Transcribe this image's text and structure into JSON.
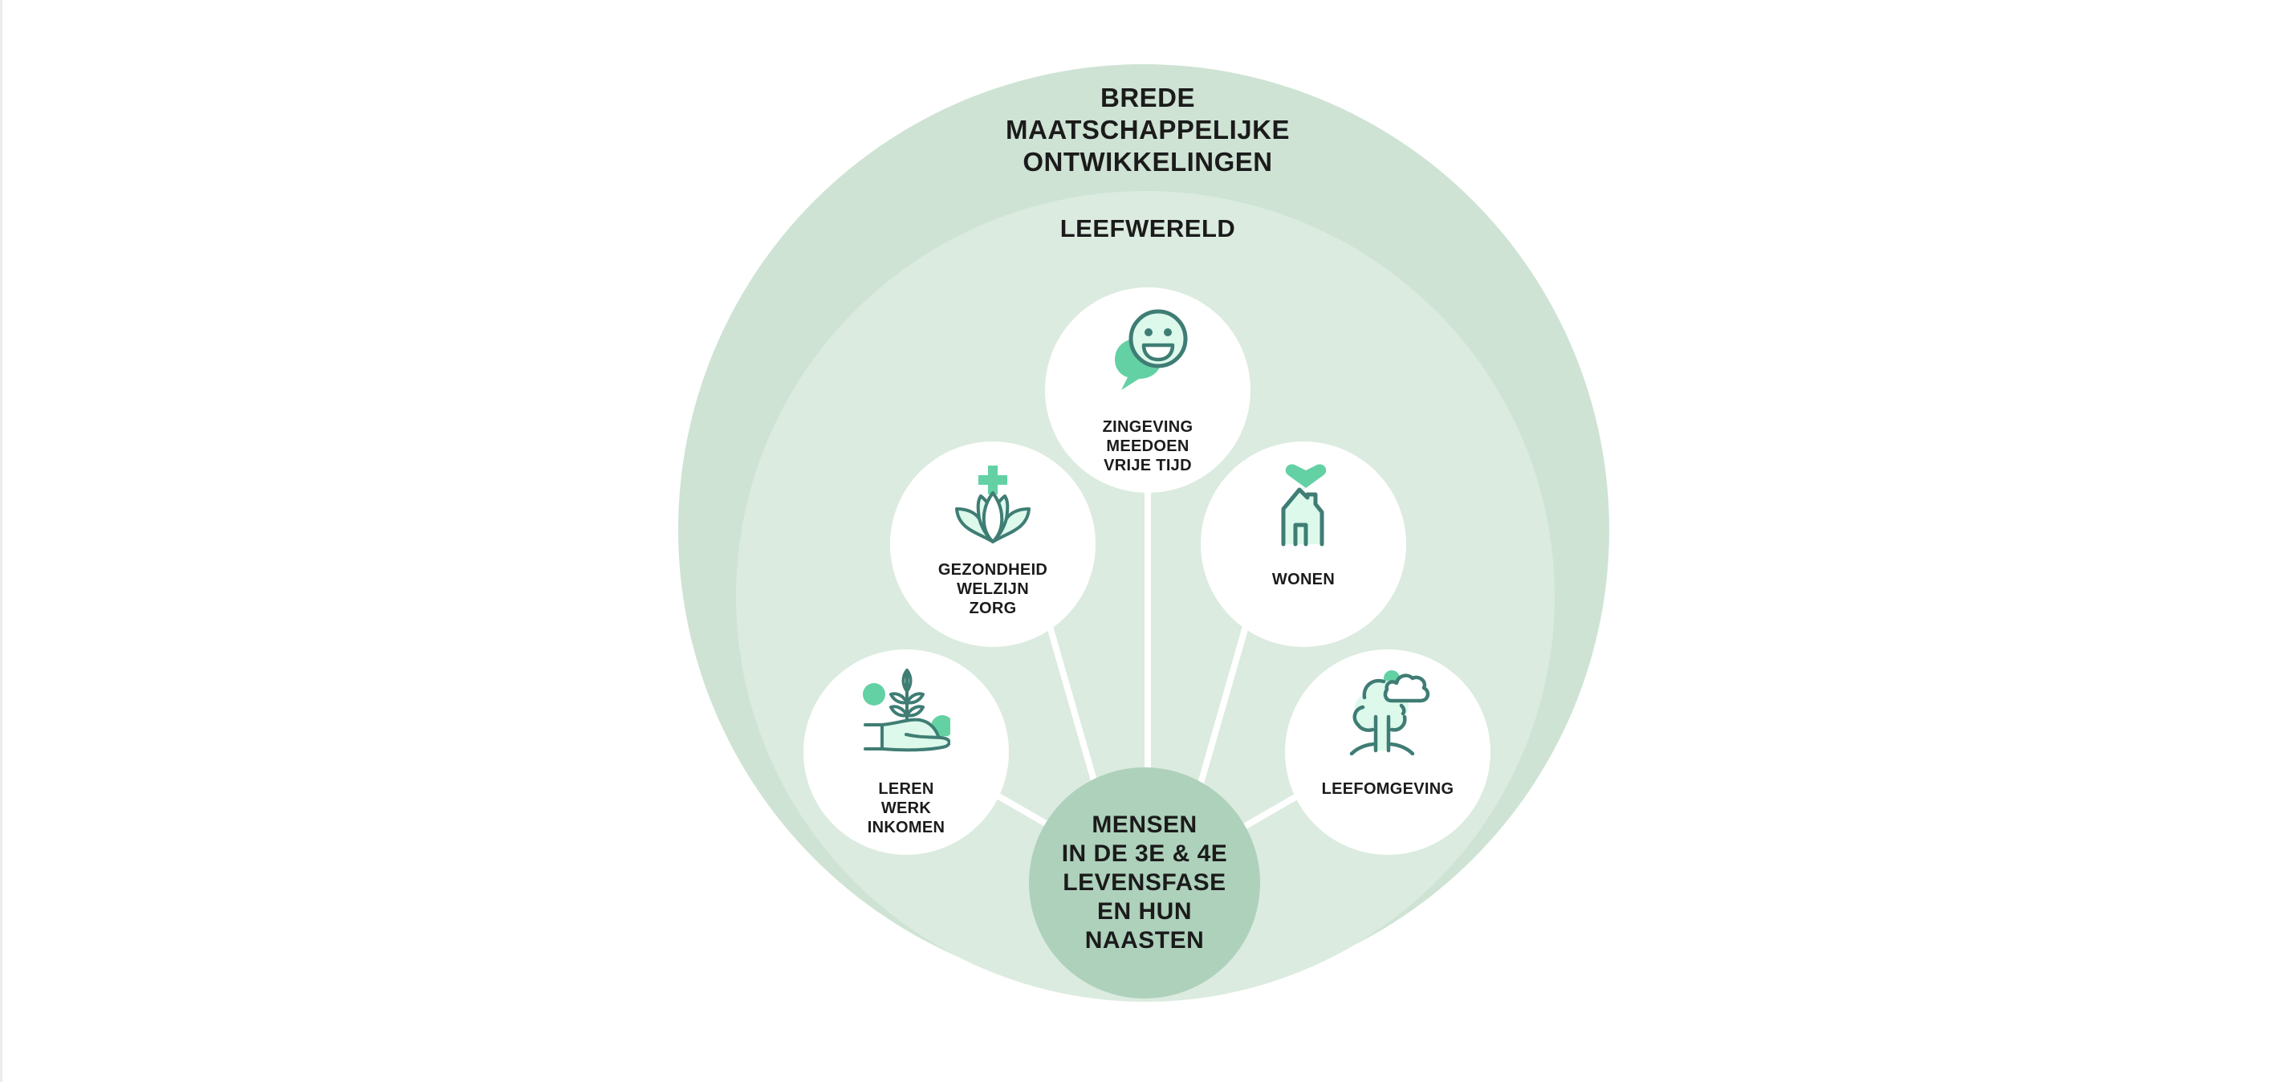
{
  "outer_ring": {
    "label_lines": [
      "BREDE",
      "MAATSCHAPPELIJKE",
      "ONTWIKKELINGEN"
    ]
  },
  "inner_ring": {
    "label": "LEEFWERELD"
  },
  "center": {
    "label_lines": [
      "MENSEN",
      "IN DE 3E & 4E",
      "LEVENSFASE",
      "EN HUN",
      "NAASTEN"
    ]
  },
  "domains": [
    {
      "id": "leren",
      "icon": "hand-plant-icon",
      "label_lines": [
        "LEREN",
        "WERK",
        "INKOMEN"
      ]
    },
    {
      "id": "gezondheid",
      "icon": "lotus-cross-icon",
      "label_lines": [
        "GEZONDHEID",
        "WELZIJN",
        "ZORG"
      ]
    },
    {
      "id": "zingeving",
      "icon": "smiley-speech-bubble-icon",
      "label_lines": [
        "ZINGEVING",
        "MEEDOEN",
        "VRIJE TIJD"
      ]
    },
    {
      "id": "wonen",
      "icon": "house-heart-icon",
      "label_lines": [
        "WONEN"
      ]
    },
    {
      "id": "leefomgeving",
      "icon": "tree-cloud-icon",
      "label_lines": [
        "LEEFOMGEVING"
      ]
    }
  ],
  "colors": {
    "outer_ring": "#cee3d4",
    "inner_ring": "#dbebdf",
    "center": "#aed1bb",
    "node": "#ffffff",
    "icon_stroke": "#3f7d74",
    "icon_accent": "#63d1a4",
    "icon_fill": "#dcf9ec",
    "text": "#1b1b1b"
  }
}
